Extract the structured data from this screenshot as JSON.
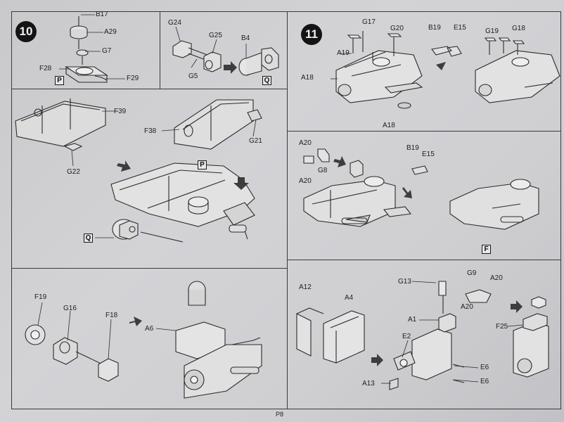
{
  "page": {
    "number": "P8"
  },
  "steps": [
    {
      "id": "10",
      "label": "10"
    },
    {
      "id": "11",
      "label": "11"
    }
  ],
  "subassembly_markers": [
    "P",
    "Q",
    "P",
    "Q",
    "F"
  ],
  "labels": {
    "p1": [
      "B17",
      "A29",
      "G7",
      "F28",
      "F29"
    ],
    "p2": [
      "G24",
      "G25",
      "G5",
      "B4"
    ],
    "p3": [
      "G17",
      "G20",
      "A19",
      "A18",
      "A18",
      "B19",
      "E15",
      "G19",
      "G18"
    ],
    "p4": [
      "F39",
      "F38",
      "G21",
      "G22"
    ],
    "p5": [
      "A20",
      "G8",
      "A20",
      "B19",
      "E15"
    ],
    "p6": [
      "F19",
      "G16",
      "F18",
      "A6"
    ],
    "p7": [
      "A12",
      "A4",
      "G13",
      "A1",
      "E2",
      "A13",
      "E6",
      "E6",
      "G9",
      "A20",
      "A20",
      "F25"
    ]
  }
}
